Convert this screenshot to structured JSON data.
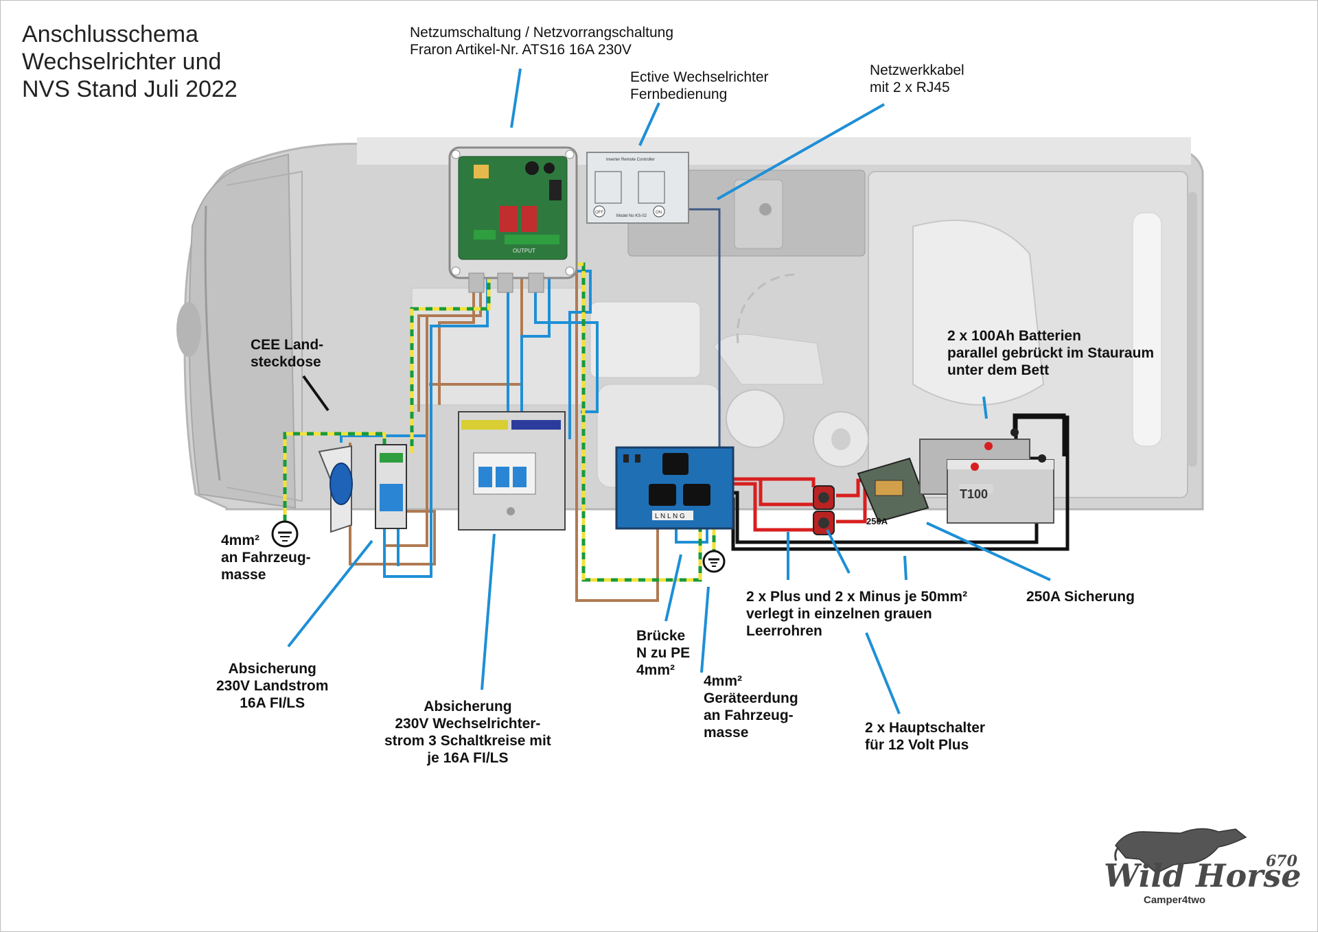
{
  "title": {
    "line1": "Anschlusschema",
    "line2": "Wechselrichter und",
    "line3": "NVS Stand Juli 2022"
  },
  "labels": {
    "nvs": {
      "line1": "Netzumschaltung / Netzvorrangschaltung",
      "line2": "Fraron Artikel-Nr. ATS16 16A 230V"
    },
    "remote": {
      "line1": "Ective Wechselrichter",
      "line2": "Fernbedienung"
    },
    "network": {
      "line1": "Netzwerkkabel",
      "line2": "mit 2 x RJ45"
    },
    "cee": {
      "line1": "CEE Land-",
      "line2": "steckdose"
    },
    "batteries": {
      "line1": "2 x 100Ah Batterien",
      "line2": "parallel gebrückt im Stauraum",
      "line3": "unter dem Bett"
    },
    "ground_left": {
      "line1": "4mm²",
      "line2": "an Fahrzeug-",
      "line3": "masse"
    },
    "fuse_shore": {
      "line1": "Absicherung",
      "line2": "230V Landstrom",
      "line3": "16A FI/LS"
    },
    "fuse_inverter": {
      "line1": "Absicherung",
      "line2": "230V Wechselrichter-",
      "line3": "strom 3 Schaltkreise mit",
      "line4": "je 16A FI/LS"
    },
    "bridge": {
      "line1": "Brücke",
      "line2": "N zu PE",
      "line3": "4mm²"
    },
    "ground_device": {
      "line1": "4mm²",
      "line2": "Geräteerdung",
      "line3": "an Fahrzeug-",
      "line4": "masse"
    },
    "cables": {
      "line1": "2 x Plus und 2 x Minus je 50mm²",
      "line2": "verlegt in einzelnen grauen",
      "line3": "Leerrohren"
    },
    "main_switch": {
      "line1": "2 x Hauptschalter",
      "line2": "für 12 Volt Plus"
    },
    "fuse_250": "250A Sicherung",
    "fuse_250_small": "250A"
  },
  "devices": {
    "remote_title": "Inverter Remote Controller",
    "remote_model": "Model No KS-02",
    "remote_off": "OFF",
    "remote_on": "ON",
    "nvs_output": "OUTPUT",
    "inverter_terms": "L N L N G",
    "battery_brand": "T100"
  },
  "logo": {
    "name": "Wild Horse",
    "number": "670",
    "sub": "Camper4two"
  },
  "colors": {
    "blue_wire": "#1e8fd6",
    "brown_wire": "#b07a52",
    "pe_yellow": "#f2e23a",
    "pe_green": "#1a9a3a",
    "plus_red": "#d81f1f",
    "minus_black": "#111111",
    "rj45_cable": "#3e5a84",
    "pointer_blue": "#1e8fd6",
    "inverter_blue": "#1f6fb5",
    "van_gray": "#cfcfcf"
  }
}
